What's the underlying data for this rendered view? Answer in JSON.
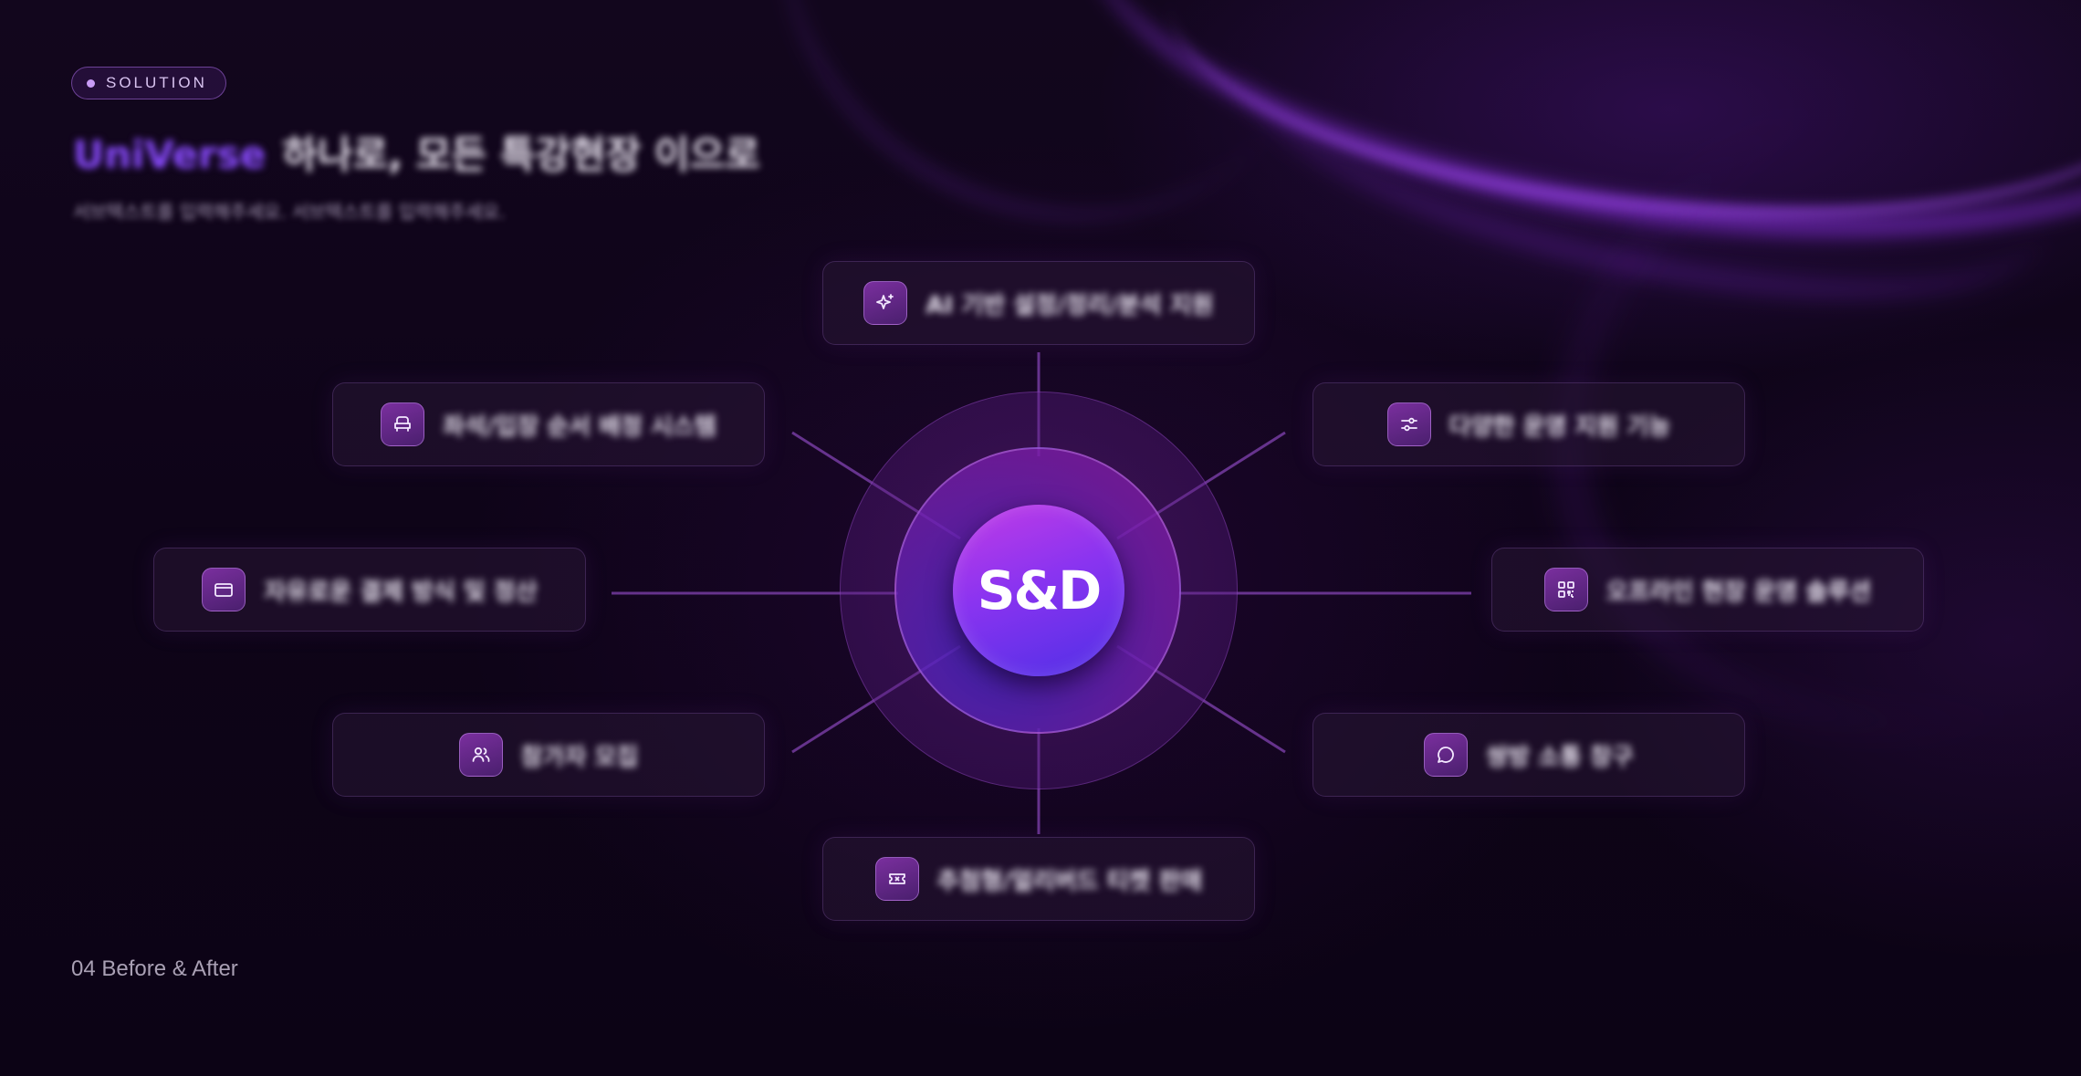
{
  "header": {
    "badge_label": "SOLUTION",
    "title_accent": "UniVerse",
    "title_main": "하나로, 모든 특강현장 이으로",
    "subtitle": "서브텍스트를 입력해주세요. 서브텍스트를 입력해주세요."
  },
  "center": {
    "logo_text": "S&D"
  },
  "features": {
    "top": {
      "label": "AI 기반 설정/정리/분석 지원",
      "icon": "sparkle-icon"
    },
    "upper_left": {
      "label": "좌석/입장 순서 배정 시스템",
      "icon": "seat-icon"
    },
    "upper_right": {
      "label": "다양한 운영 지원 기능",
      "icon": "sliders-icon"
    },
    "left": {
      "label": "자유로운 결제 방식 및 정산",
      "icon": "credit-card-icon"
    },
    "right": {
      "label": "오프라인 현장 운영 솔루션",
      "icon": "qr-code-icon"
    },
    "lower_left": {
      "label": "참가자 모집",
      "icon": "users-icon"
    },
    "lower_right": {
      "label": "쌍방 소통 창구",
      "icon": "chat-bubble-icon"
    },
    "bottom": {
      "label": "추첨형/얼리버드 티켓 판매",
      "icon": "ticket-icon"
    }
  },
  "footer": {
    "label": "04 Before & After"
  }
}
